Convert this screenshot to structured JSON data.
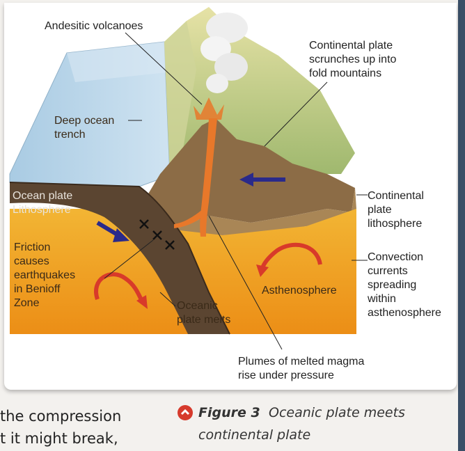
{
  "diagram": {
    "labels": {
      "andesitic_volcanoes": "Andesitic volcanoes",
      "fold_mountains": "Continental plate\nscrunches up into\nfold mountains",
      "deep_ocean_trench": "Deep ocean\ntrench",
      "ocean_plate_lithosphere": "Ocean plate\nLithosphere",
      "friction": "Friction\ncauses\nearthquakes\nin Benioff\nZone",
      "oceanic_plate_melts": "Oceanic\nplate melts",
      "asthenosphere": "Asthenosphere",
      "continental_plate_lithosphere": "Continental\nplate\nlithosphere",
      "convection_currents": "Convection\ncurrents\nspreading\nwithin\nasthenosphere",
      "plumes": "Plumes of melted magma\nrise under pressure"
    },
    "colors": {
      "ocean": "#b9d6ea",
      "asthenosphere": "#f0a01c",
      "oceanic_plate": "#5a4330",
      "continental_crust": "#8a6a44",
      "mountains": "#b8c880",
      "magma": "#e8782a",
      "arrow_red": "#d83a2a",
      "arrow_blue": "#2a2a8a"
    }
  },
  "caption": {
    "figure_number": "Figure 3",
    "figure_text_line1": "Oceanic plate meets",
    "figure_text_line2": "continental plate",
    "body_line1": "the compression",
    "body_line2": "t it might break,"
  }
}
